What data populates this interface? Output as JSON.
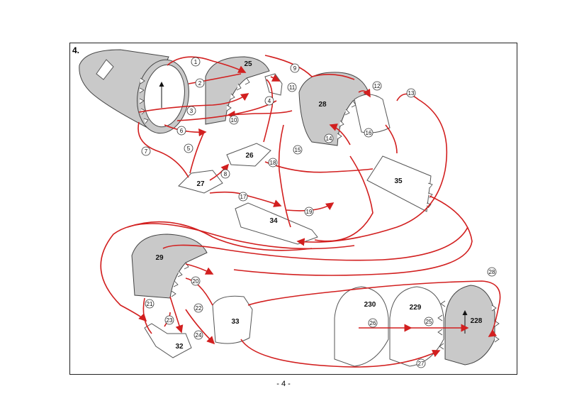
{
  "page": {
    "step_label": "4.",
    "page_number": "- 4 -"
  },
  "parts": [
    {
      "id": "p25",
      "label": "25"
    },
    {
      "id": "p28",
      "label": "28"
    },
    {
      "id": "p26",
      "label": "26"
    },
    {
      "id": "p27",
      "label": "27"
    },
    {
      "id": "p35",
      "label": "35"
    },
    {
      "id": "p34",
      "label": "34"
    },
    {
      "id": "p29",
      "label": "29"
    },
    {
      "id": "p33",
      "label": "33"
    },
    {
      "id": "p32",
      "label": "32"
    },
    {
      "id": "p230",
      "label": "230"
    },
    {
      "id": "p229",
      "label": "229"
    },
    {
      "id": "p228",
      "label": "228"
    }
  ],
  "markers": [
    "1",
    "2",
    "3",
    "4",
    "5",
    "6",
    "7",
    "8",
    "9",
    "10",
    "11",
    "12",
    "13",
    "14",
    "15",
    "16",
    "17",
    "18",
    "19",
    "20",
    "21",
    "22",
    "23",
    "24",
    "25",
    "26",
    "27",
    "28"
  ],
  "colors": {
    "link": "#d21f1f",
    "part_fill": "#c9c9c9",
    "outline": "#444444"
  }
}
